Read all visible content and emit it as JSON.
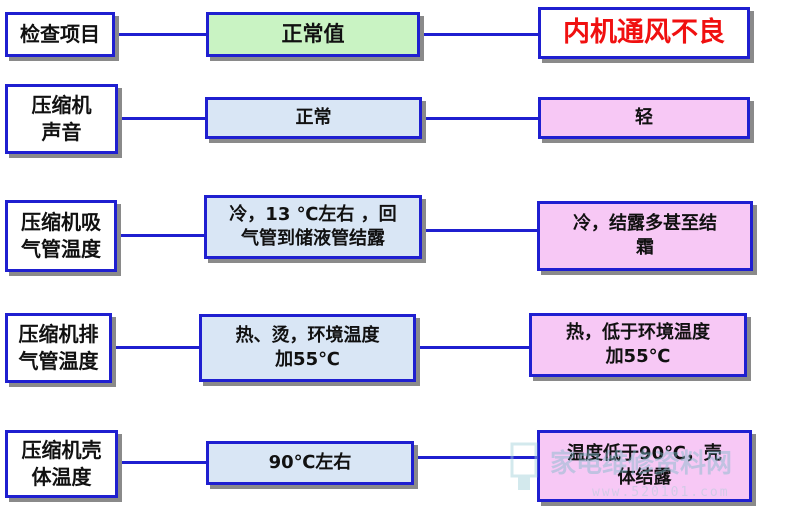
{
  "rows": [
    {
      "label": "检查项目",
      "normal": "正常值",
      "fault": "内机通风不良"
    },
    {
      "label": "压缩机\n声音",
      "normal": "正常",
      "fault": "轻"
    },
    {
      "label": "压缩机吸\n气管温度",
      "normal": "冷，13 ℃左右 ，回\n气管到储液管结露",
      "fault": "冷，结露多甚至结\n霜"
    },
    {
      "label": "压缩机排\n气管温度",
      "normal": "热、烫，环境温度\n加55℃",
      "fault": "热，低于环境温度\n加55℃"
    },
    {
      "label": "压缩机壳\n体温度",
      "normal": "90℃左右",
      "fault": "温度低于90℃，壳\n体结露"
    }
  ],
  "watermark": {
    "text": "家电维修资料网",
    "url": "www.520101.com"
  },
  "colors": {
    "border": "#1f1fd0",
    "head_mid": "#c9f3c3",
    "mid": "#d9e6f5",
    "right": "#f7c8f5",
    "fault_title": "#f01010"
  }
}
